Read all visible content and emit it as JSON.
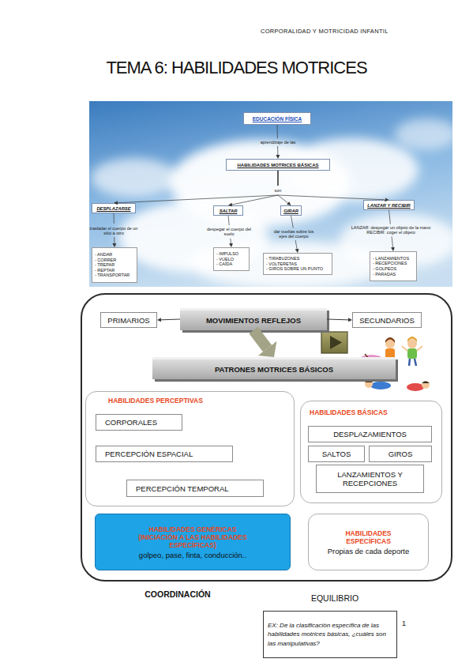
{
  "diagram": {
    "title": "TEMA 6: HABILIDADES MOTRICES",
    "nodes": [
      {
        "text": [
          "EDUCACIÓN FÍSICA"
        ]
      },
      {
        "text": [
          "HABILIDADES MOTRICES BÁSICAS"
        ]
      },
      {
        "text": [
          "DESPLAZARSE"
        ]
      },
      {
        "text": [
          "SALTAR"
        ]
      },
      {
        "text": [
          "GIRAR"
        ]
      },
      {
        "text": [
          "LANZAR Y RECIBIR"
        ]
      },
      {
        "text": [
          "- ANDAR",
          "- CORRER",
          "- TREPAR",
          "- REPTAR",
          "- TRANSPORTAR"
        ]
      },
      {
        "text": [
          "- IMPULSO",
          "- VUELO",
          "- CAÍDA"
        ]
      },
      {
        "text": [
          "- TIRABUZONES",
          "- VOLTERETAS",
          "- GIROS SOBRE UN PUNTO"
        ]
      },
      {
        "text": [
          "- LANZAMIENTOS",
          "- RECEPCIONES",
          "- GOLPEOS",
          "- PARADAS"
        ]
      },
      {
        "text": [
          "PRIMARIOS"
        ]
      },
      {
        "text": [
          "MOVIMIENTOS REFLEJOS"
        ]
      },
      {
        "text": [
          "SECUNDARIOS"
        ]
      },
      {
        "text": [
          "PATRONES MOTRICES BÁSICOS"
        ]
      },
      {
        "text": [
          "HABILIDADES PERCEPTIVAS"
        ]
      },
      {
        "text": [
          "CORPORALES"
        ],
        "in": 14
      },
      {
        "text": [
          "PERCEPCIÓN ESPACIAL"
        ],
        "in": 14
      },
      {
        "text": [
          "PERCEPCIÓN TEMPORAL"
        ],
        "in": 14
      },
      {
        "text": [
          "HABILIDADES BÁSICAS"
        ]
      },
      {
        "text": [
          "DESPLAZAMIENTOS"
        ],
        "in": 18
      },
      {
        "text": [
          "SALTOS"
        ],
        "in": 18
      },
      {
        "text": [
          "GIROS"
        ],
        "in": 18
      },
      {
        "text": [
          "LANZAMIENTOS Y RECEPCIONES"
        ],
        "in": 18
      },
      {
        "text": [
          "HABILIDADES GENÉRICAS",
          "(INICIACIÓN A LAS HABILIDADES ESPECÍFICAS)",
          "golpeo, pase, finta, conducción.."
        ]
      },
      {
        "text": [
          "HABILIDADES ESPECÍFICAS",
          "Propias de cada deporte"
        ]
      },
      {
        "text": [
          "EX: De la clasificación específica de las habilidades motrices básicas, ¿cuáles son las manipulativas?"
        ]
      }
    ],
    "edges": [
      {
        "from": 0,
        "to": 1,
        "label": "aprendizaje de las",
        "arrow": "to"
      },
      {
        "from": 1,
        "to": 2,
        "arrow": "to"
      },
      {
        "from": 1,
        "to": 3,
        "label": "son",
        "arrow": "to"
      },
      {
        "from": 1,
        "to": 4,
        "arrow": "to"
      },
      {
        "from": 1,
        "to": 5,
        "arrow": "to"
      },
      {
        "from": 2,
        "to": 6,
        "label": "trasladar el cuerpo de un sitio a otro",
        "arrow": "to"
      },
      {
        "from": 3,
        "to": 7,
        "label": "despegar el cuerpo del suelo",
        "arrow": "to"
      },
      {
        "from": 4,
        "to": 8,
        "label": "dar vueltas sobre los ejes del cuerpo",
        "arrow": "to"
      },
      {
        "from": 5,
        "to": 9,
        "label": "LANZAR: despegar un objeto de la mano RECIBIR: coger el objeto",
        "arrow": "to"
      },
      {
        "from": 11,
        "to": 10,
        "arrow": "to"
      },
      {
        "from": 11,
        "to": 12,
        "arrow": "to"
      },
      {
        "from": 11,
        "to": 13,
        "arrow": "to"
      }
    ],
    "labels": [
      "CORPORALIDAD Y MOTRICIDAD INFANTIL",
      "COORDINACIÓN",
      "EQUILIBRIO",
      "1"
    ]
  }
}
